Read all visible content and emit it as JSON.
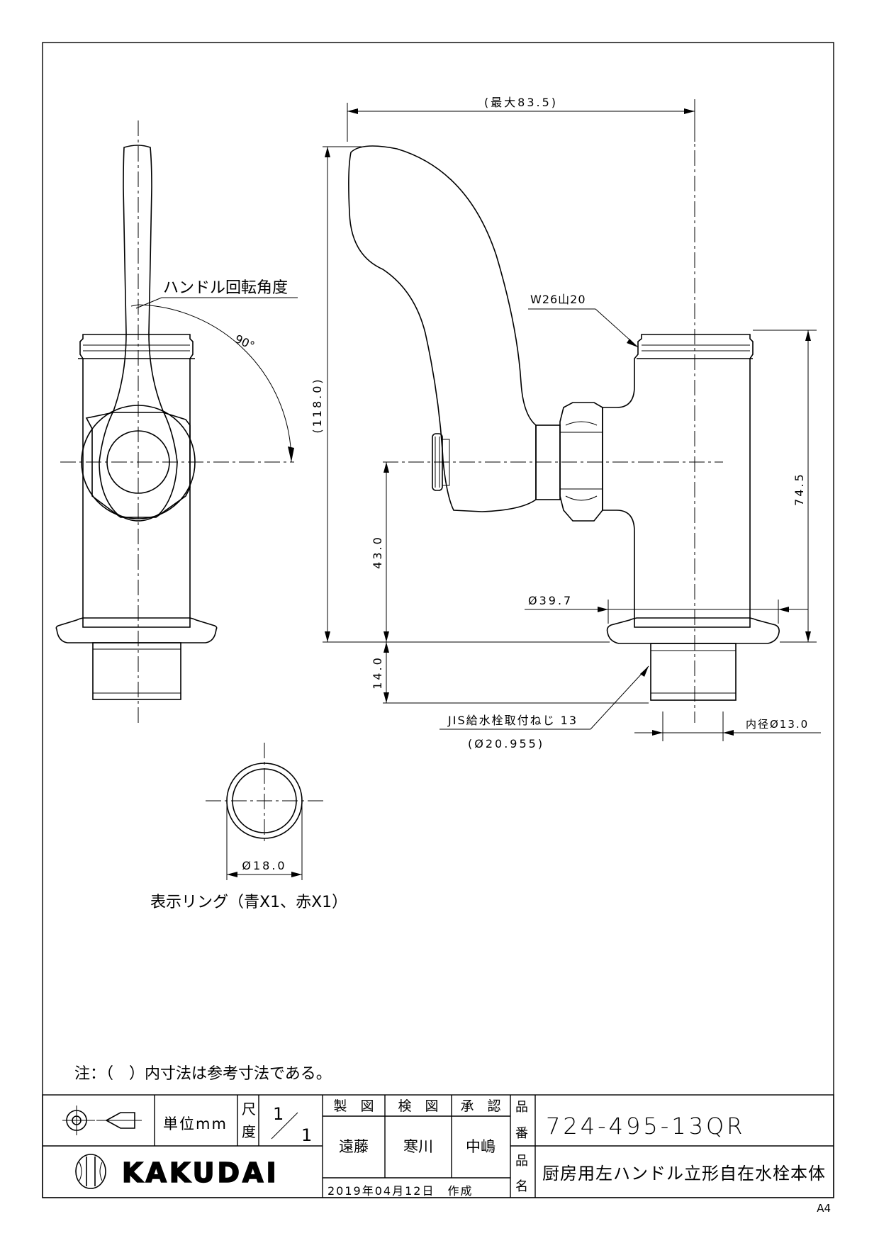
{
  "dimensions": {
    "max_width": "(最大83.5)",
    "height_total": "(118.0)",
    "height_body": "74.5",
    "height_center": "43.0",
    "thread_length": "14.0",
    "thread_spec": "W26山20",
    "flange_dia": "Ø39.7",
    "inner_dia": "内径Ø13.0",
    "jis_thread": "JIS給水栓取付ねじ 13",
    "jis_thread_dia": "(Ø20.955)",
    "ring_dia": "Ø18.0",
    "handle_angle": "90°"
  },
  "labels": {
    "handle_rotation": "ハンドル回転角度",
    "indicator_ring": "表示リング（青X1、赤X1）",
    "note": "注：（　）内寸法は参考寸法である。"
  },
  "title_block": {
    "unit": "単位mm",
    "scale_label_top": "尺",
    "scale_label_bottom": "度",
    "scale_num": "1",
    "scale_den": "1",
    "drawn_label": "製　図",
    "checked_label": "検　図",
    "approved_label": "承　認",
    "drawn_by": "遠藤",
    "checked_by": "寒川",
    "approved_by": "中嶋",
    "part_no_label_1": "品",
    "part_no_label_2": "番",
    "part_name_label_1": "品",
    "part_name_label_2": "名",
    "part_number": "724-495-13QR",
    "part_name": "厨房用左ハンドル立形自在水栓本体",
    "date": "2019年04月12日　作成",
    "company": "KAKUDAI",
    "paper_size": "A4"
  }
}
